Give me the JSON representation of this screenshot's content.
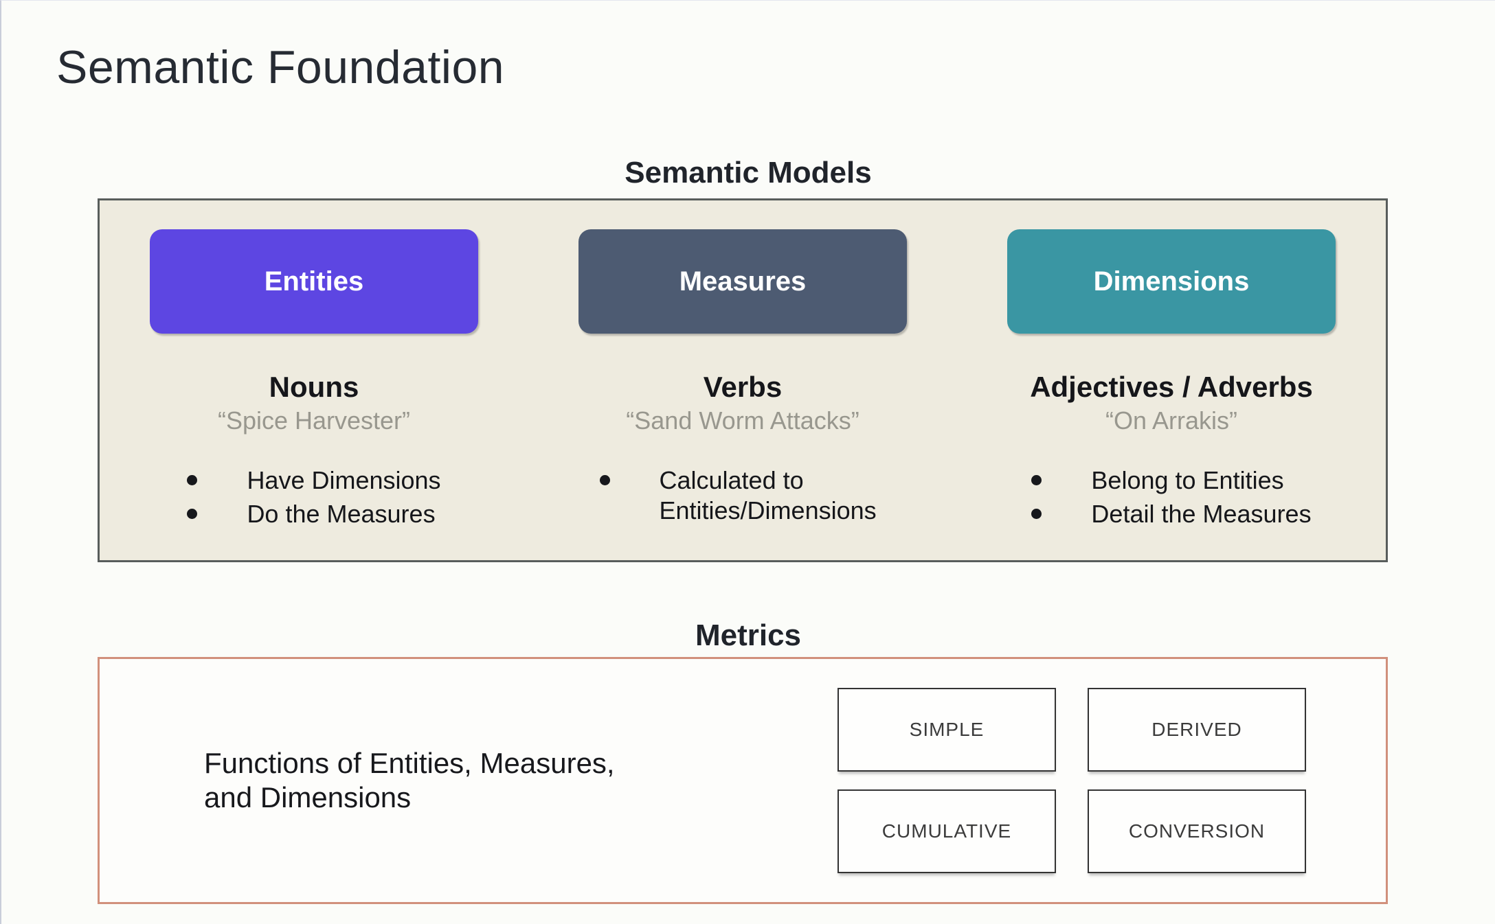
{
  "page": {
    "title": "Semantic Foundation"
  },
  "semantic_models": {
    "heading": "Semantic Models",
    "panel_bg": "#eeebdf",
    "panel_border": "#585d5c",
    "columns": [
      {
        "box_label": "Entities",
        "box_color": "#5d46e2",
        "part_of_speech": "Nouns",
        "example": "“Spice Harvester”",
        "bullets": [
          "Have Dimensions",
          "Do the Measures"
        ]
      },
      {
        "box_label": "Measures",
        "box_color": "#4d5b72",
        "part_of_speech": "Verbs",
        "example": "“Sand Worm Attacks”",
        "bullets": [
          "Calculated to Entities/Dimensions"
        ]
      },
      {
        "box_label": "Dimensions",
        "box_color": "#3a96a3",
        "part_of_speech": "Adjectives / Adverbs",
        "example": "“On Arrakis”",
        "bullets": [
          "Belong to Entities",
          "Detail the Measures"
        ]
      }
    ]
  },
  "metrics": {
    "heading": "Metrics",
    "panel_border": "#d1907c",
    "description": "Functions of Entities, Measures,\nand Dimensions",
    "types": [
      "SIMPLE",
      "DERIVED",
      "CUMULATIVE",
      "CONVERSION"
    ]
  }
}
